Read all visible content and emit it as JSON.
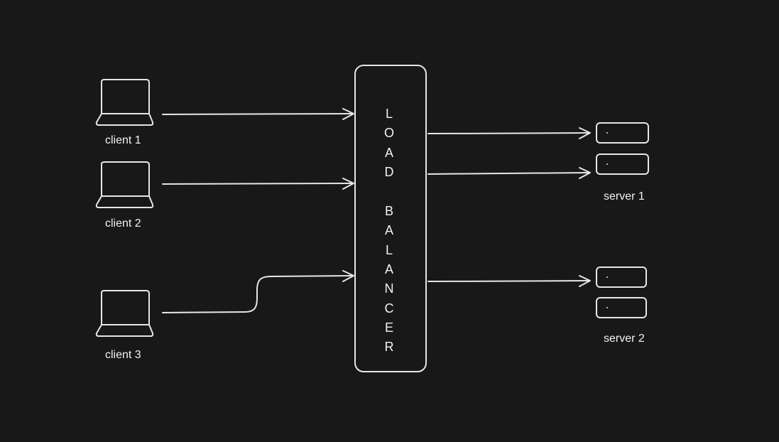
{
  "canvas": {
    "background": "#181818",
    "stroke_color": "#e6e6e6",
    "text_color": "#f2f2f2"
  },
  "clients": [
    {
      "label": "client 1",
      "icon": "laptop-icon"
    },
    {
      "label": "client 2",
      "icon": "laptop-icon"
    },
    {
      "label": "client 3",
      "icon": "laptop-icon"
    }
  ],
  "load_balancer": {
    "letters": [
      "L",
      "O",
      "A",
      "D",
      "",
      "B",
      "A",
      "L",
      "A",
      "N",
      "C",
      "E",
      "R"
    ]
  },
  "servers": [
    {
      "label": "server 1",
      "icon": "server-icon"
    },
    {
      "label": "server 2",
      "icon": "server-icon"
    }
  ]
}
